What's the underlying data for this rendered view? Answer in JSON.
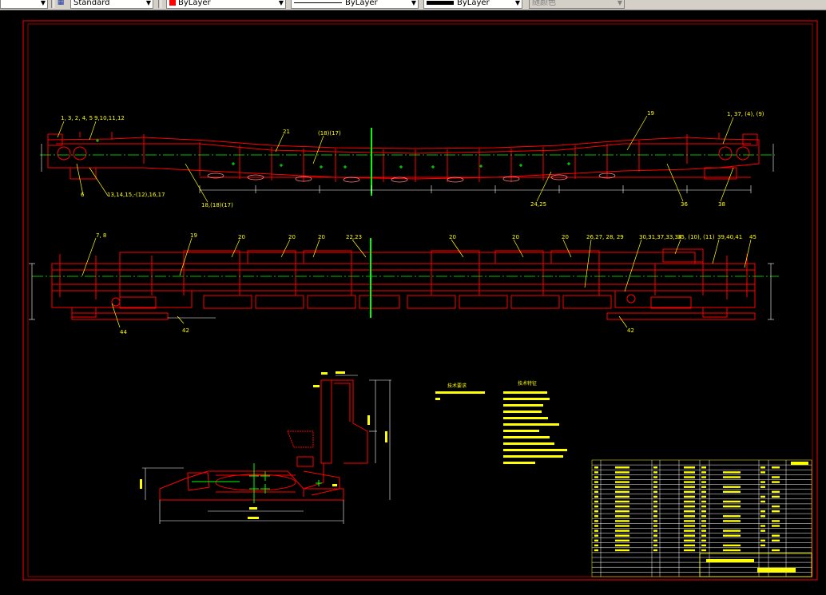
{
  "toolbar": {
    "textstyle": {
      "value": "Standard",
      "icon": "text-style-icon"
    },
    "layer": {
      "value": "ByLayer",
      "color": "#ff0000"
    },
    "linetype": {
      "value": "ByLayer"
    },
    "lineweight": {
      "value": "ByLayer"
    },
    "plotstyle": {
      "value": "随颜色"
    }
  },
  "drawing": {
    "colors": {
      "frame": "#ff0000",
      "centerline": "#00ff00",
      "leader": "#ffff00",
      "dimension": "#ffffff",
      "background": "#000000"
    },
    "top_view_callouts": [
      "1, 3, 2, 4, 5",
      "9,10,11,12",
      "21",
      "(18)(17)",
      "19",
      "1, 37, (4), (9)",
      "13,14,15,-(12),16,17",
      "6",
      "18,(18)(17)",
      "24,25",
      "36",
      "38"
    ],
    "front_view_callouts": [
      "7, 8",
      "19",
      "20",
      "20",
      "20",
      "22,23",
      "20",
      "20",
      "20",
      "26,27, 28, 29",
      "30,31,37,33,34",
      "35, (10), (11)",
      "39,40,41",
      "45",
      "44",
      "42",
      "42"
    ],
    "notes_title": "技术要求",
    "specs_title": "技术特征"
  }
}
